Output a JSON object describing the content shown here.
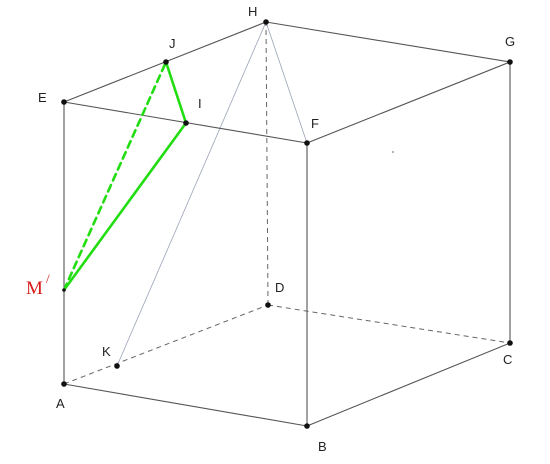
{
  "diagram": {
    "colors": {
      "edge": "#555555",
      "thin": "#9aa3b8",
      "highlight": "#22dd11",
      "point": "#111111",
      "label": "#222222",
      "label_red": "#d81b1b"
    },
    "labels": {
      "H": "H",
      "J": "J",
      "G": "G",
      "E": "E",
      "I": "I",
      "F": "F",
      "M": "M",
      "M_prime": "/",
      "D": "D",
      "K": "K",
      "C": "C",
      "A": "A",
      "B": "B"
    }
  }
}
